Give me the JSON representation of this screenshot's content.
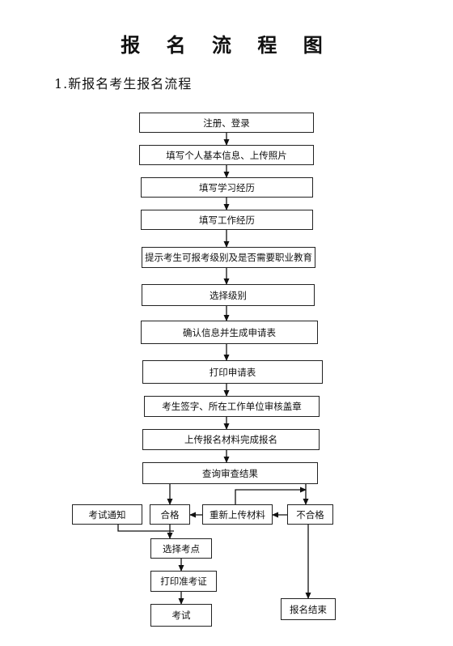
{
  "page": {
    "title": "报 名 流 程 图",
    "subtitle": "1.新报名考生报名流程"
  },
  "flow": {
    "steps": [
      "注册、登录",
      "填写个人基本信息、上传照片",
      "填写学习经历",
      "填写工作经历",
      "提示考生可报考级别及是否需要职业教育",
      "选择级别",
      "确认信息并生成申请表",
      "打印申请表",
      "考生签字、所在工作单位审核盖章",
      "上传报名材料完成报名",
      "查询审查结果"
    ],
    "pass": "合格",
    "reupload": "重新上传材料",
    "fail": "不合格",
    "exam_notice": "考试通知",
    "select_site": "选择考点",
    "print_admission": "打印准考证",
    "exam": "考试",
    "end": "报名结束"
  }
}
